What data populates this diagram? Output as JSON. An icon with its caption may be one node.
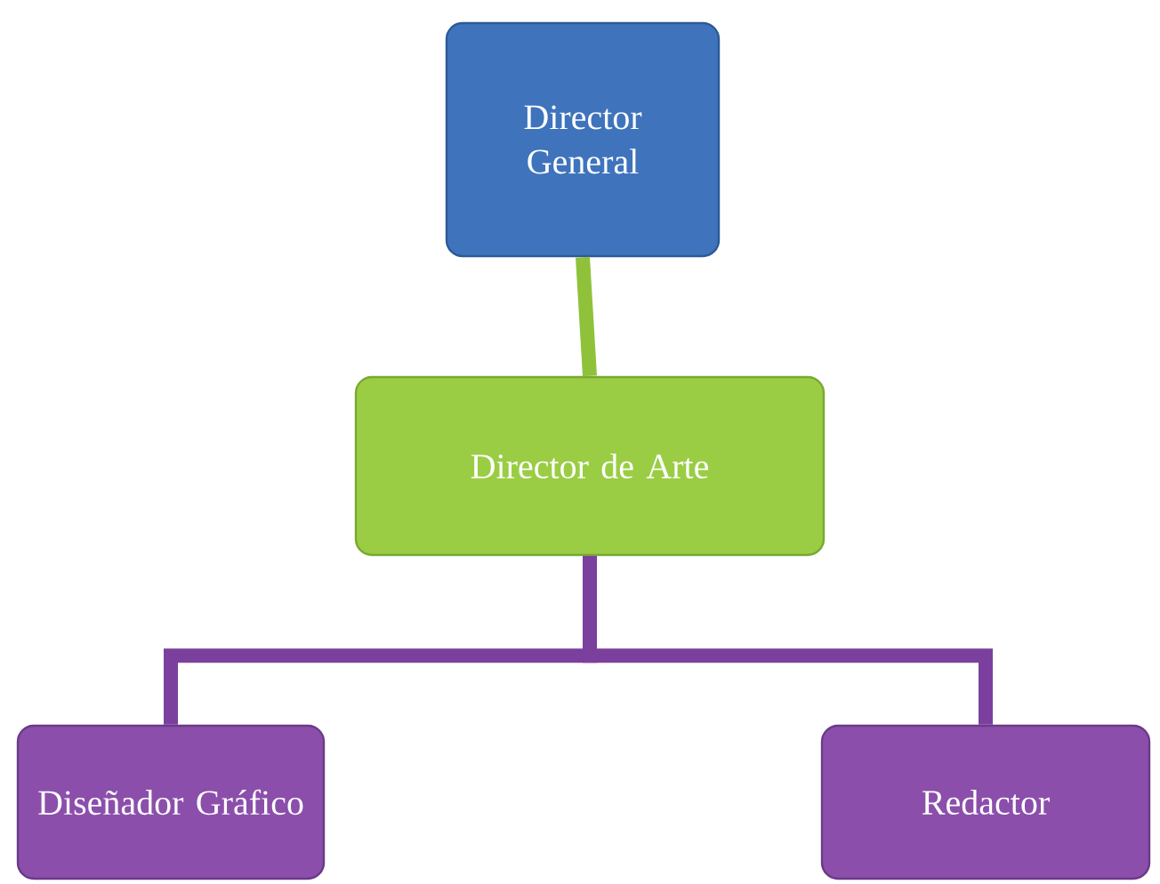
{
  "diagram": {
    "nodes": [
      {
        "text": [
          "Director General"
        ]
      },
      {
        "text": [
          "Director de Arte"
        ]
      },
      {
        "text": [
          "Diseñador Gráfico"
        ]
      },
      {
        "text": [
          "Redactor"
        ]
      }
    ],
    "edges": [
      {
        "from": 0,
        "to": 1,
        "arrow": "none",
        "color": "#8fc23a"
      },
      {
        "from": 1,
        "to": 2,
        "arrow": "none"
      },
      {
        "from": 1,
        "to": 3,
        "arrow": "none"
      }
    ]
  }
}
